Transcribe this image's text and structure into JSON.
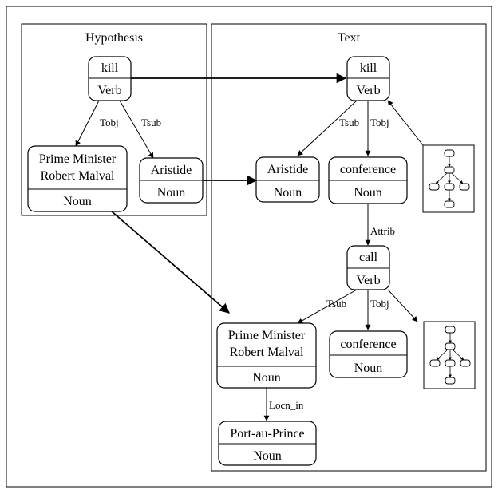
{
  "panels": {
    "hypothesis": {
      "title": "Hypothesis"
    },
    "text": {
      "title": "Text"
    }
  },
  "nodes": {
    "hyp_kill": {
      "lines": [
        "kill"
      ],
      "type": "Verb"
    },
    "hyp_pm": {
      "lines": [
        "Prime Minister",
        "Robert Malval"
      ],
      "type": "Noun"
    },
    "hyp_aristide": {
      "lines": [
        "Aristide"
      ],
      "type": "Noun"
    },
    "txt_kill": {
      "lines": [
        "kill"
      ],
      "type": "Verb"
    },
    "txt_aristide": {
      "lines": [
        "Aristide"
      ],
      "type": "Noun"
    },
    "txt_conference1": {
      "lines": [
        "conference"
      ],
      "type": "Noun"
    },
    "txt_call": {
      "lines": [
        "call"
      ],
      "type": "Verb"
    },
    "txt_pm": {
      "lines": [
        "Prime Minister",
        "Robert Malval"
      ],
      "type": "Noun"
    },
    "txt_conference2": {
      "lines": [
        "conference"
      ],
      "type": "Noun"
    },
    "txt_port": {
      "lines": [
        "Port-au-Prince"
      ],
      "type": "Noun"
    }
  },
  "edge_labels": {
    "hyp_tobj": "Tobj",
    "hyp_tsub": "Tsub",
    "txt_kill_tsub": "Tsub",
    "txt_kill_tobj": "Tobj",
    "txt_attrib": "Attrib",
    "txt_call_tsub": "Tsub",
    "txt_call_tobj": "Tobj",
    "txt_locn_in": "Locn_in"
  },
  "icons": {
    "subgraph_top": "subgraph-icon",
    "subgraph_bottom": "subgraph-icon"
  }
}
